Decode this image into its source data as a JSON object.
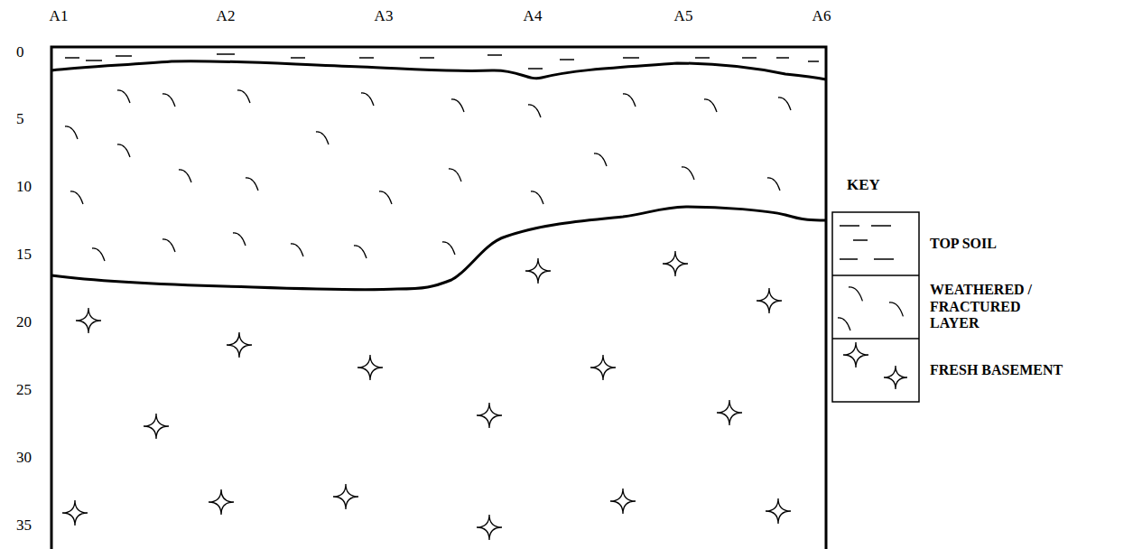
{
  "diagram": {
    "labels": [
      "A1",
      "A2",
      "A3",
      "A4",
      "A5",
      "A6",
      "0",
      "5",
      "10",
      "15",
      "20",
      "25",
      "30",
      "35",
      "KEY"
    ],
    "legend": [
      {
        "text": "TOP SOIL"
      },
      {
        "text": "WEATHERED / FRACTURED LAYER"
      },
      {
        "text": "FRESH BASEMENT"
      }
    ]
  }
}
